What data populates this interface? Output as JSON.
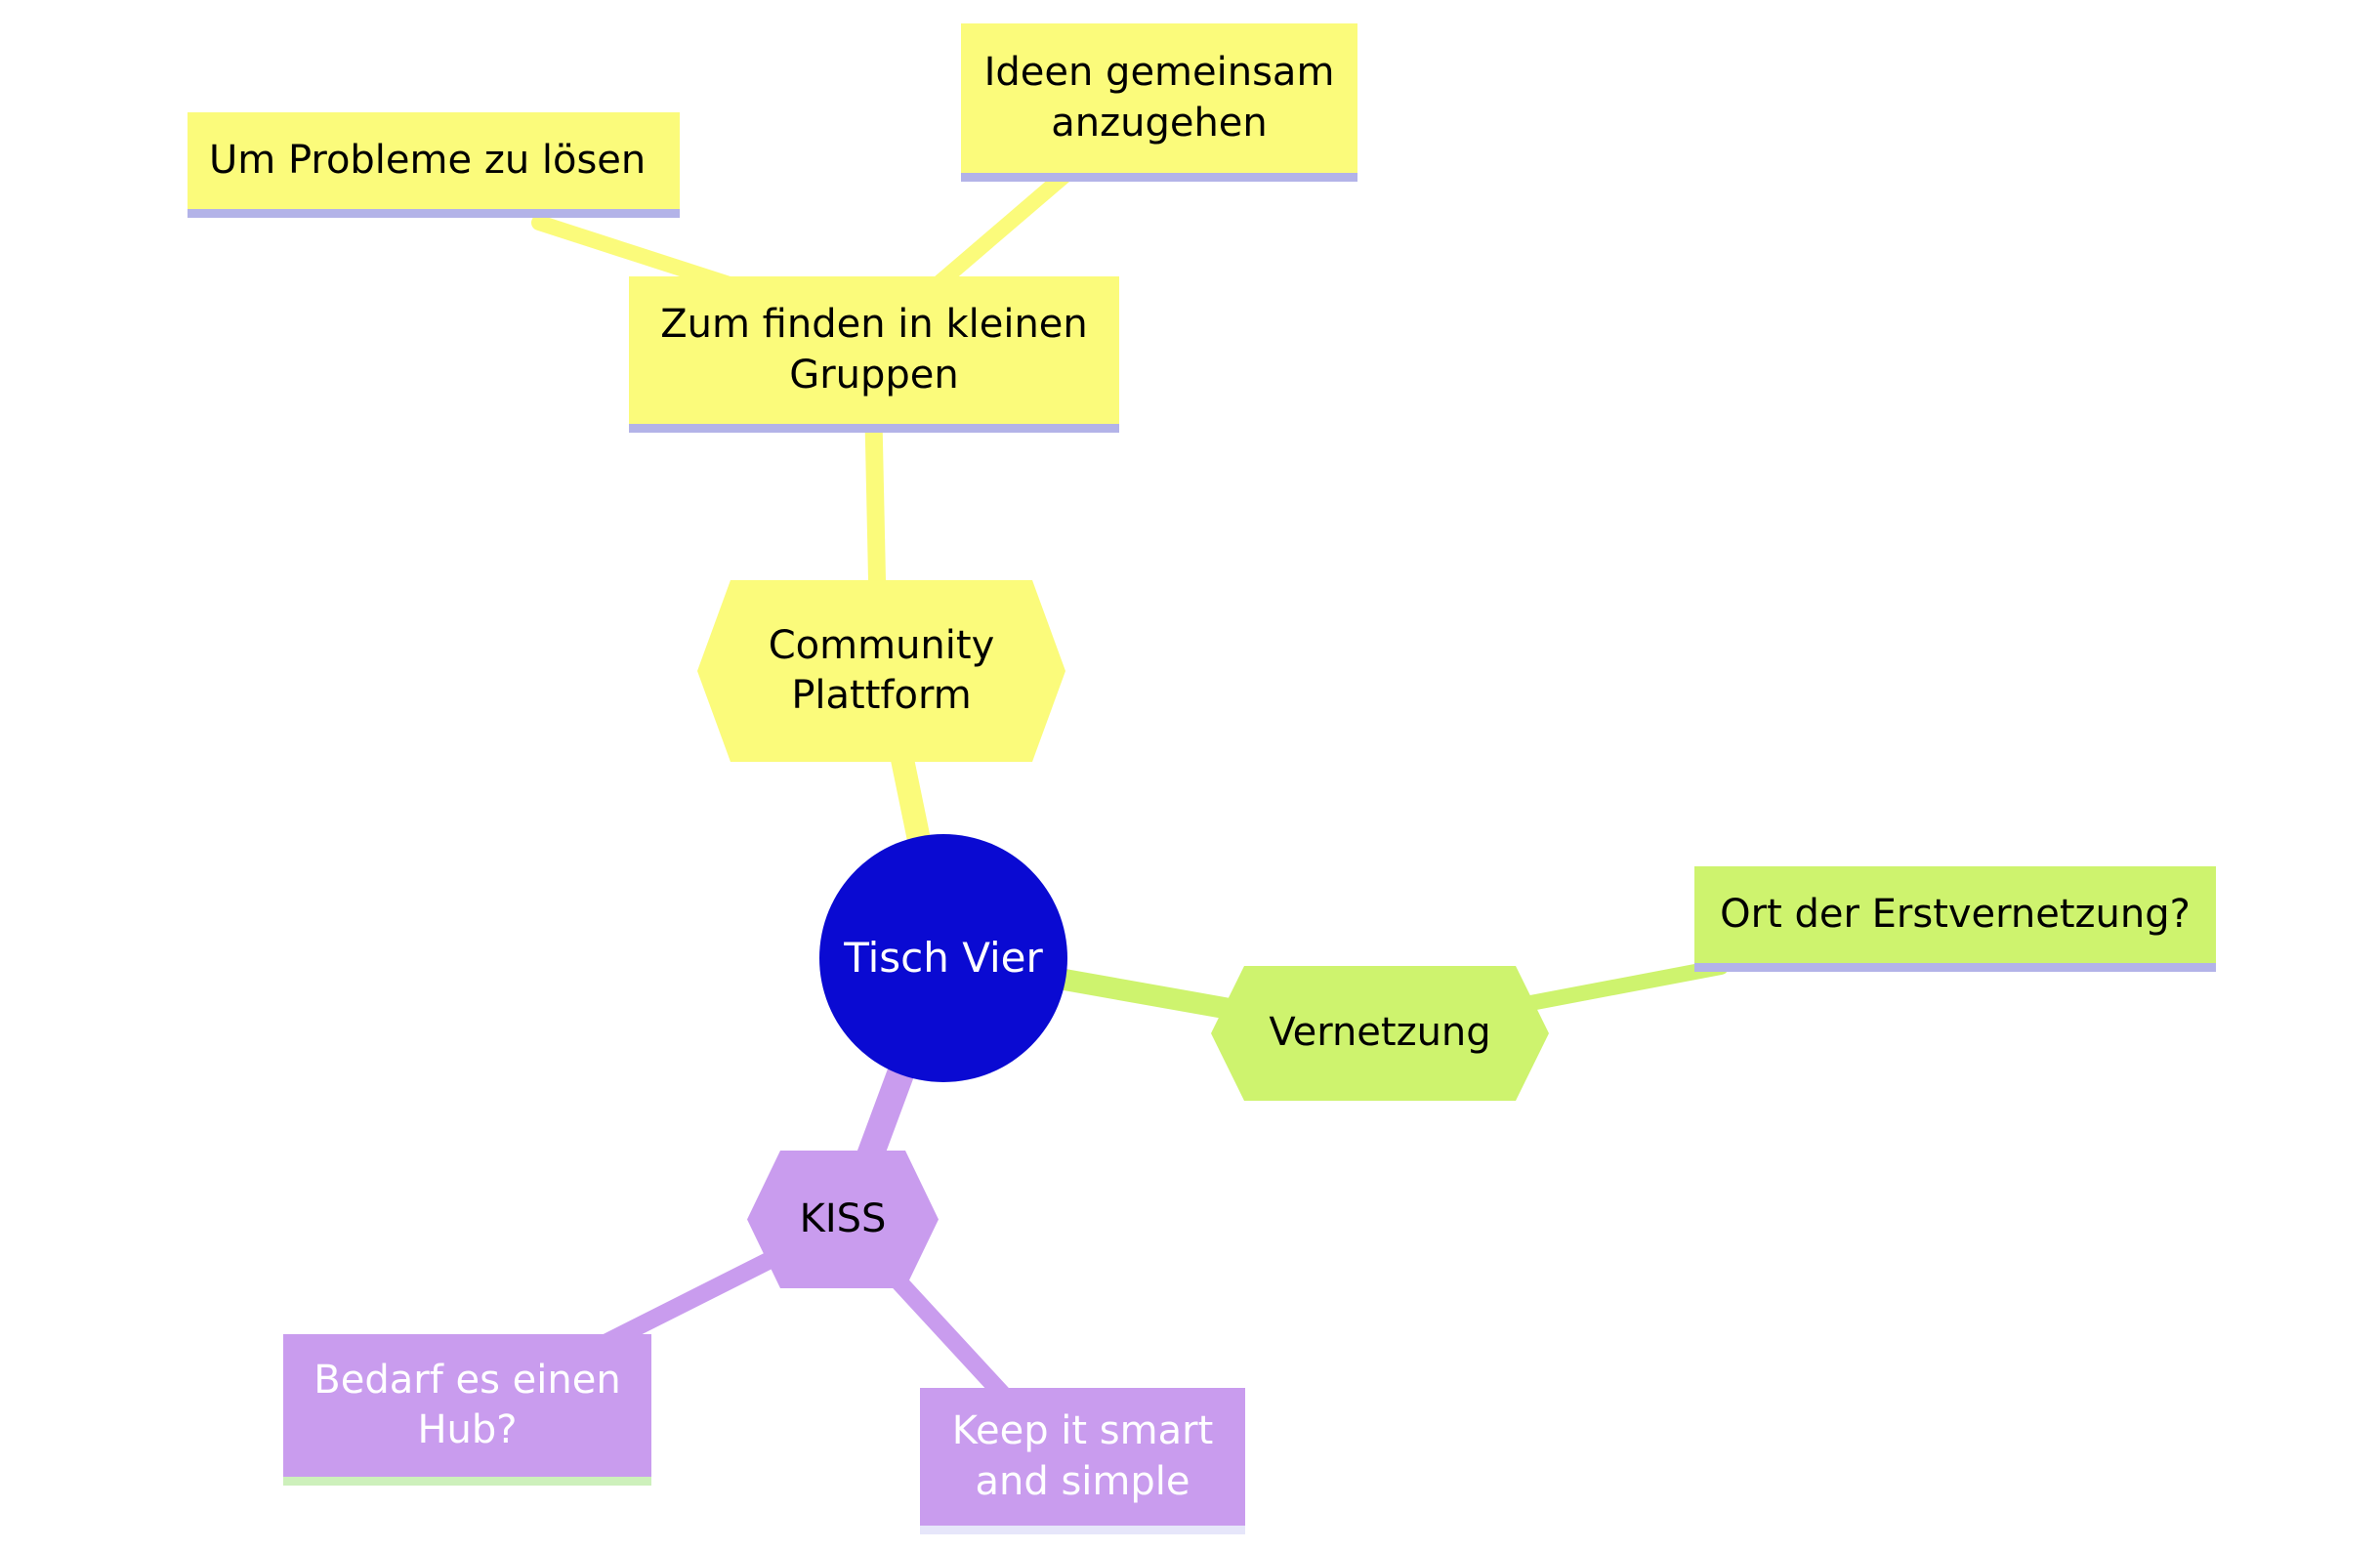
{
  "mindmap": {
    "root": {
      "label": "Tisch Vier"
    },
    "nodes": {
      "community": {
        "label": "Community Plattform"
      },
      "zum_finden": {
        "label": "Zum finden in kleinen Gruppen"
      },
      "um_probleme": {
        "label": "Um Probleme zu lösen"
      },
      "ideen": {
        "label": "Ideen gemeinsam anzugehen"
      },
      "vernetzung": {
        "label": "Vernetzung"
      },
      "ort": {
        "label": "Ort der Erstvernetzung?"
      },
      "kiss": {
        "label": "KISS"
      },
      "bedarf": {
        "label": "Bedarf es einen Hub?"
      },
      "keep": {
        "label": "Keep it smart and simple"
      }
    },
    "colors": {
      "branch_yellow": "#fbfb7b",
      "branch_green": "#cef36e",
      "branch_purple": "#c99cee",
      "root_blue": "#0a0ad2",
      "underline_lavender": "#b3b3e8",
      "underline_green": "#cdf0bb",
      "underline_pale": "#e6e6fa",
      "text_dark": "#000000",
      "text_light": "#ffffff"
    },
    "edges": [
      {
        "from": "root",
        "to": "community",
        "color": "#fbfb7b"
      },
      {
        "from": "community",
        "to": "zum_finden",
        "color": "#fbfb7b"
      },
      {
        "from": "zum_finden",
        "to": "um_probleme",
        "color": "#fbfb7b"
      },
      {
        "from": "zum_finden",
        "to": "ideen",
        "color": "#fbfb7b"
      },
      {
        "from": "root",
        "to": "vernetzung",
        "color": "#cef36e"
      },
      {
        "from": "vernetzung",
        "to": "ort",
        "color": "#cef36e"
      },
      {
        "from": "root",
        "to": "kiss",
        "color": "#c99cee"
      },
      {
        "from": "kiss",
        "to": "bedarf",
        "color": "#c99cee"
      },
      {
        "from": "kiss",
        "to": "keep",
        "color": "#c99cee"
      }
    ]
  }
}
